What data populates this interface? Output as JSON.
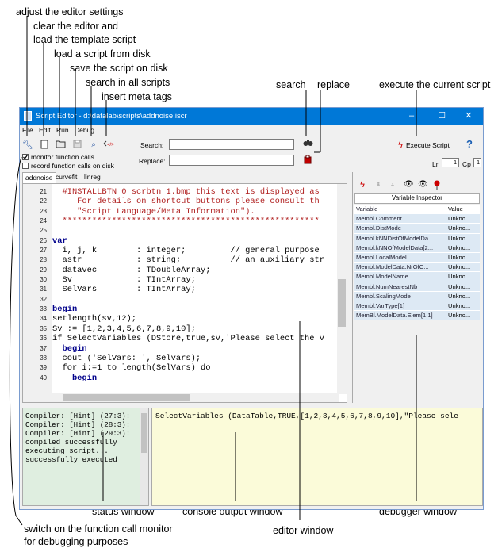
{
  "annotations": {
    "adjust_settings": "adjust the editor settings",
    "clear_editor_1": "clear the editor and",
    "clear_editor_2": "load the template script",
    "load_script": "load a script from disk",
    "save_script": "save the script on disk",
    "search_all": "search in all scripts",
    "insert_meta": "insert meta tags",
    "search": "search",
    "replace": "replace",
    "execute_current": "execute the current script",
    "status_window": "status window",
    "console_output_window": "console output window",
    "editor_window": "editor window",
    "debugger_window": "debugger window",
    "switch_monitor_1": "switch on the function call monitor",
    "switch_monitor_2": "for debugging purposes"
  },
  "window": {
    "title": "Script Editor - d:\\datalab\\scripts\\addnoise.iscr",
    "minimize": "–",
    "maximize": "☐",
    "close": "✕"
  },
  "menu": {
    "file": "File",
    "edit": "Edit",
    "run": "Run",
    "debug": "Debug"
  },
  "toolbar": {
    "search_label": "Search:",
    "search_value": "",
    "replace_label": "Replace:",
    "replace_value": "",
    "execute_label": "Execute Script",
    "help": "?",
    "ln_label": "Ln",
    "ln_value": "1",
    "cp_label": "Cp",
    "cp_value": "1",
    "monitor_calls": "monitor function calls",
    "record_calls": "record function calls on disk"
  },
  "tabs": [
    "addnoise",
    "curvefit",
    "linreg"
  ],
  "editor": {
    "lines": [
      {
        "n": "21",
        "t": "  #INSTALLBTN 0 scrbtn_1.bmp this text is displayed as"
      },
      {
        "n": "22",
        "t": "     For details on shortcut buttons please consult th"
      },
      {
        "n": "23",
        "t": "     \"Script Language/Meta Information\")."
      },
      {
        "n": "24",
        "t": "  ****************************************************"
      },
      {
        "n": "25",
        "t": ""
      },
      {
        "n": "26",
        "t": "var"
      },
      {
        "n": "27",
        "t": "  i, j, k        : integer;         // general purpose"
      },
      {
        "n": "28",
        "t": "  astr           : string;          // an auxiliary str"
      },
      {
        "n": "29",
        "t": "  datavec        : TDoubleArray;"
      },
      {
        "n": "30",
        "t": "  Sv             : TIntArray;"
      },
      {
        "n": "31",
        "t": "  SelVars        : TIntArray;"
      },
      {
        "n": "32",
        "t": ""
      },
      {
        "n": "33",
        "t": "begin"
      },
      {
        "n": "34",
        "t": "setlength(sv,12);"
      },
      {
        "n": "35",
        "t": "Sv := [1,2,3,4,5,6,7,8,9,10];"
      },
      {
        "n": "36",
        "t": "if SelectVariables (DStore,true,sv,'Please select the v"
      },
      {
        "n": "37",
        "t": "  begin"
      },
      {
        "n": "38",
        "t": "  cout ('SelVars: ', Selvars);"
      },
      {
        "n": "39",
        "t": "  for i:=1 to length(SelVars) do"
      },
      {
        "n": "40",
        "t": "    begin"
      }
    ]
  },
  "inspector": {
    "title": "Variable Inspector",
    "col_variable": "Variable",
    "col_value": "Value",
    "rows": [
      {
        "variable": "Membl.Comment",
        "value": "Unkno..."
      },
      {
        "variable": "Membl.DistMode",
        "value": "Unkno..."
      },
      {
        "variable": "Membl.kNNDistOfModelDa...",
        "value": "Unkno..."
      },
      {
        "variable": "Membl.kNNOfModelData[2...",
        "value": "Unkno..."
      },
      {
        "variable": "Membl.LocalModel",
        "value": "Unkno..."
      },
      {
        "variable": "Membl.ModelData.NrOfC...",
        "value": "Unkno..."
      },
      {
        "variable": "Membl.ModelName",
        "value": "Unkno..."
      },
      {
        "variable": "Membl.NumNearestNb",
        "value": "Unkno..."
      },
      {
        "variable": "Membl.ScalingMode",
        "value": "Unkno..."
      },
      {
        "variable": "Membl.VarType[1]",
        "value": "Unkno..."
      },
      {
        "variable": "MemBl.ModelData.Elem[1,1]",
        "value": "Unkno..."
      }
    ]
  },
  "status": {
    "lines": [
      "Compiler: [Hint] (27:3):",
      "Compiler: [Hint] (28:3):",
      "Compiler: [Hint] (29:3):",
      "compiled successfully",
      "executing script...",
      "successfully executed"
    ]
  },
  "console": {
    "text": "SelectVariables (DataTable,TRUE,[1,2,3,4,5,6,7,8,9,10],\"Please sele"
  },
  "colors": {
    "titlebar": "#0078d7",
    "status_bg": "#dfeee0",
    "console_bg": "#fbfbd9",
    "inspector_row": "#dde9f4"
  }
}
